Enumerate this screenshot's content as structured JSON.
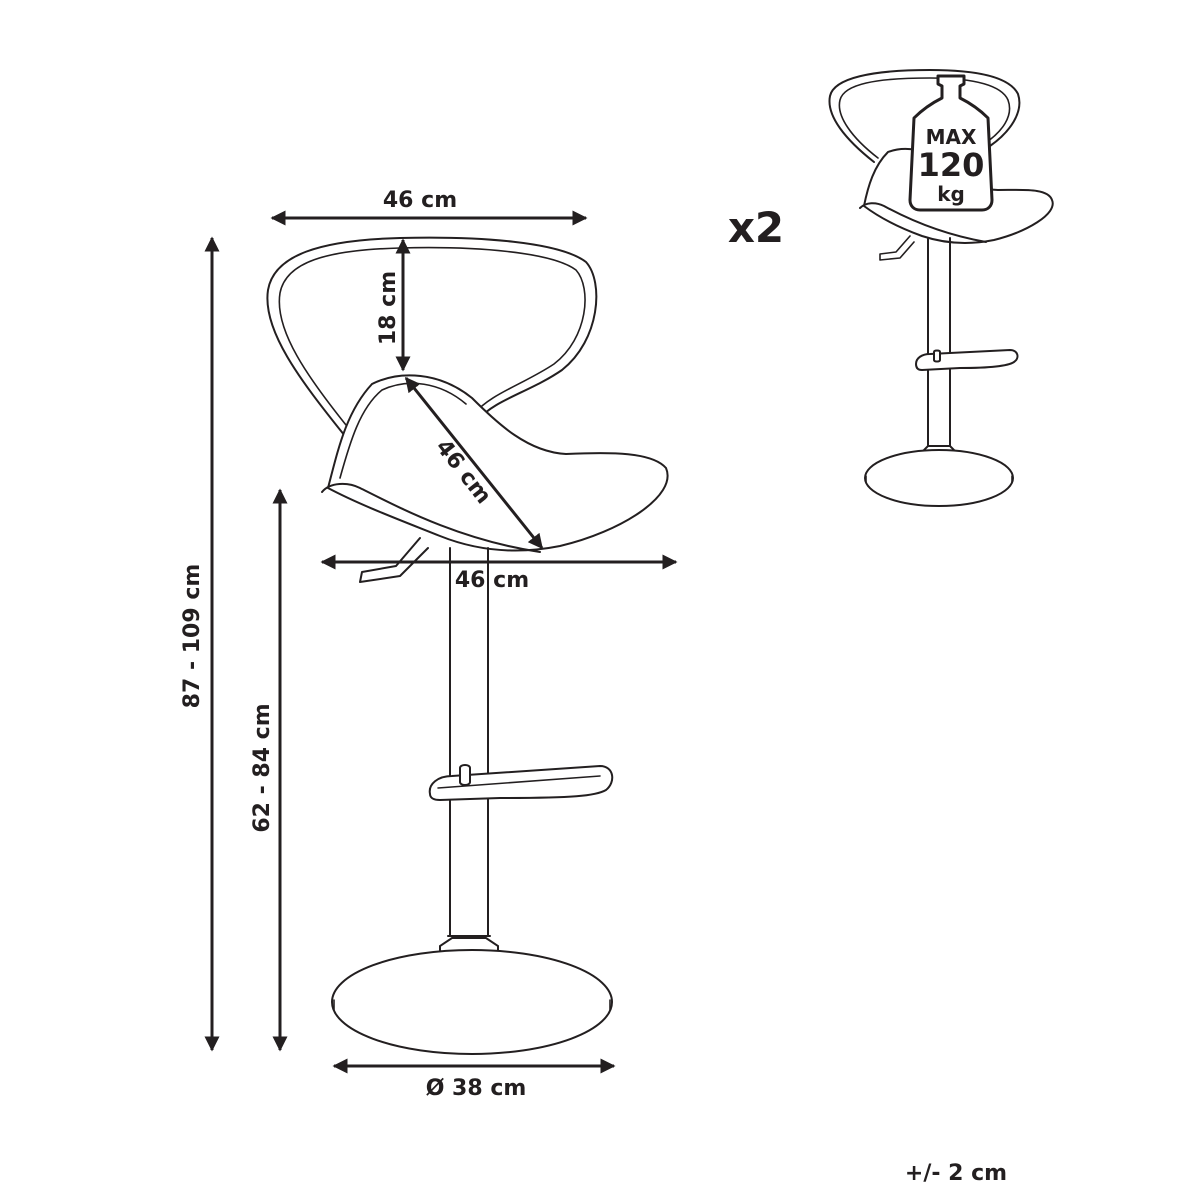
{
  "dimensions": {
    "backrest_width": "46 cm",
    "backrest_height": "18 cm",
    "seat_depth": "46 cm",
    "seat_width": "46 cm",
    "total_height": "87 - 109 cm",
    "seat_height": "62 - 84 cm",
    "base_diameter": "Ø 38 cm"
  },
  "quantity": "x2",
  "max_load": {
    "line1": "MAX",
    "line2": "120",
    "line3": "kg"
  },
  "tolerance": "+/- 2 cm",
  "colors": {
    "line": "#231f20",
    "background": "#ffffff"
  },
  "icons": [
    "bar-stool-drawing",
    "weight-icon"
  ]
}
